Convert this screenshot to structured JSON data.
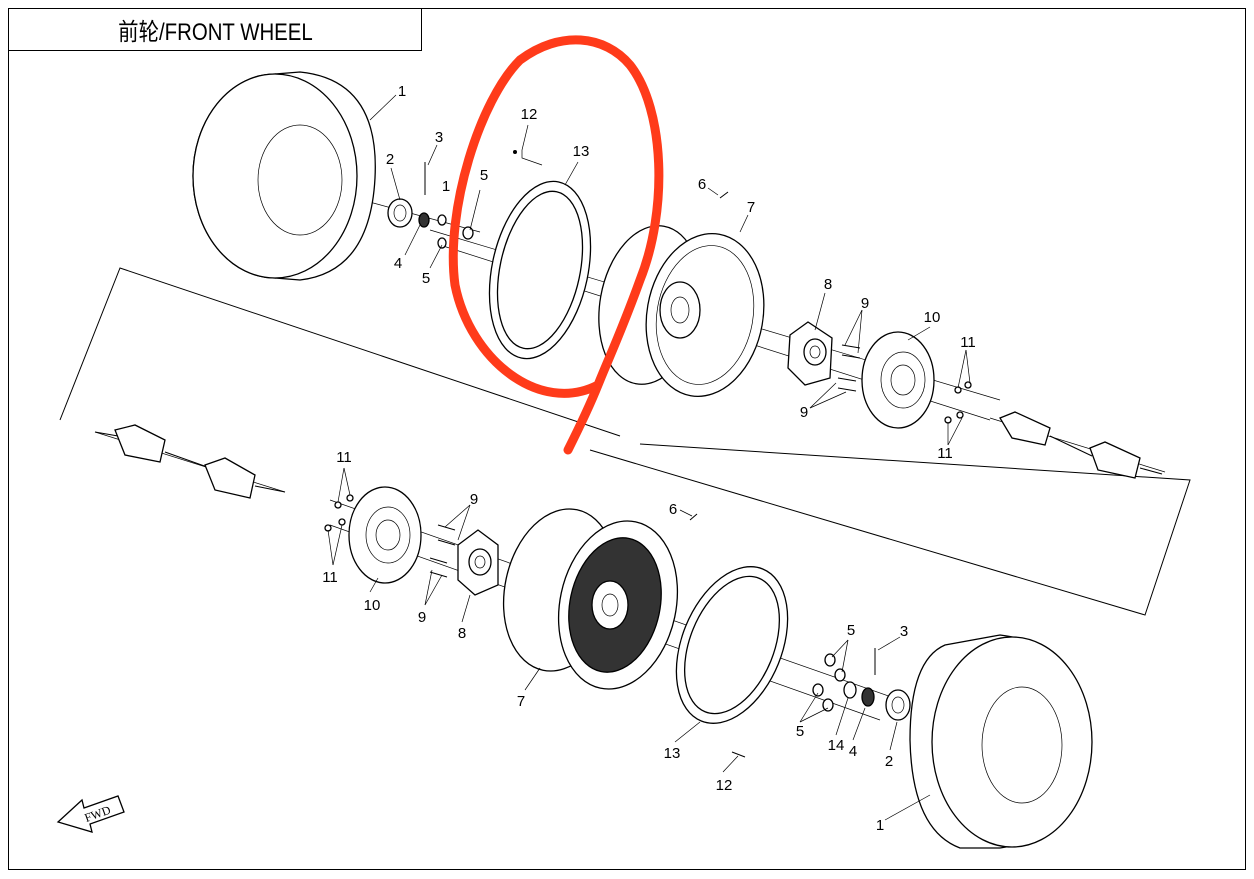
{
  "title": "前轮/FRONT WHEEL",
  "fwd_label": "FWD",
  "annotation_color": "#ff3b1a",
  "callouts": {
    "upper": {
      "tire": "1",
      "cap": "2",
      "pin": "3",
      "nut": "4",
      "hub_nut": "1",
      "nut5_top": "5",
      "nut5_bottom": "5",
      "bolt12": "12",
      "beadlock": "13",
      "valve": "6",
      "rim": "7",
      "hub": "8",
      "bolt9_top": "9",
      "bolt9_bottom": "9",
      "disc": "10",
      "bolt11_top": "11",
      "bolt11_bottom": "11"
    },
    "lower": {
      "bolt11_top": "11",
      "bolt11_bottom": "11",
      "disc": "10",
      "bolt9_top": "9",
      "bolt9_bottom": "9",
      "hub": "8",
      "valve": "6",
      "rim": "7",
      "beadlock": "13",
      "bolt12": "12",
      "nut5_top": "5",
      "nut5_bottom": "5",
      "pin": "3",
      "washer": "14",
      "nut": "4",
      "cap": "2",
      "tire": "1"
    }
  }
}
